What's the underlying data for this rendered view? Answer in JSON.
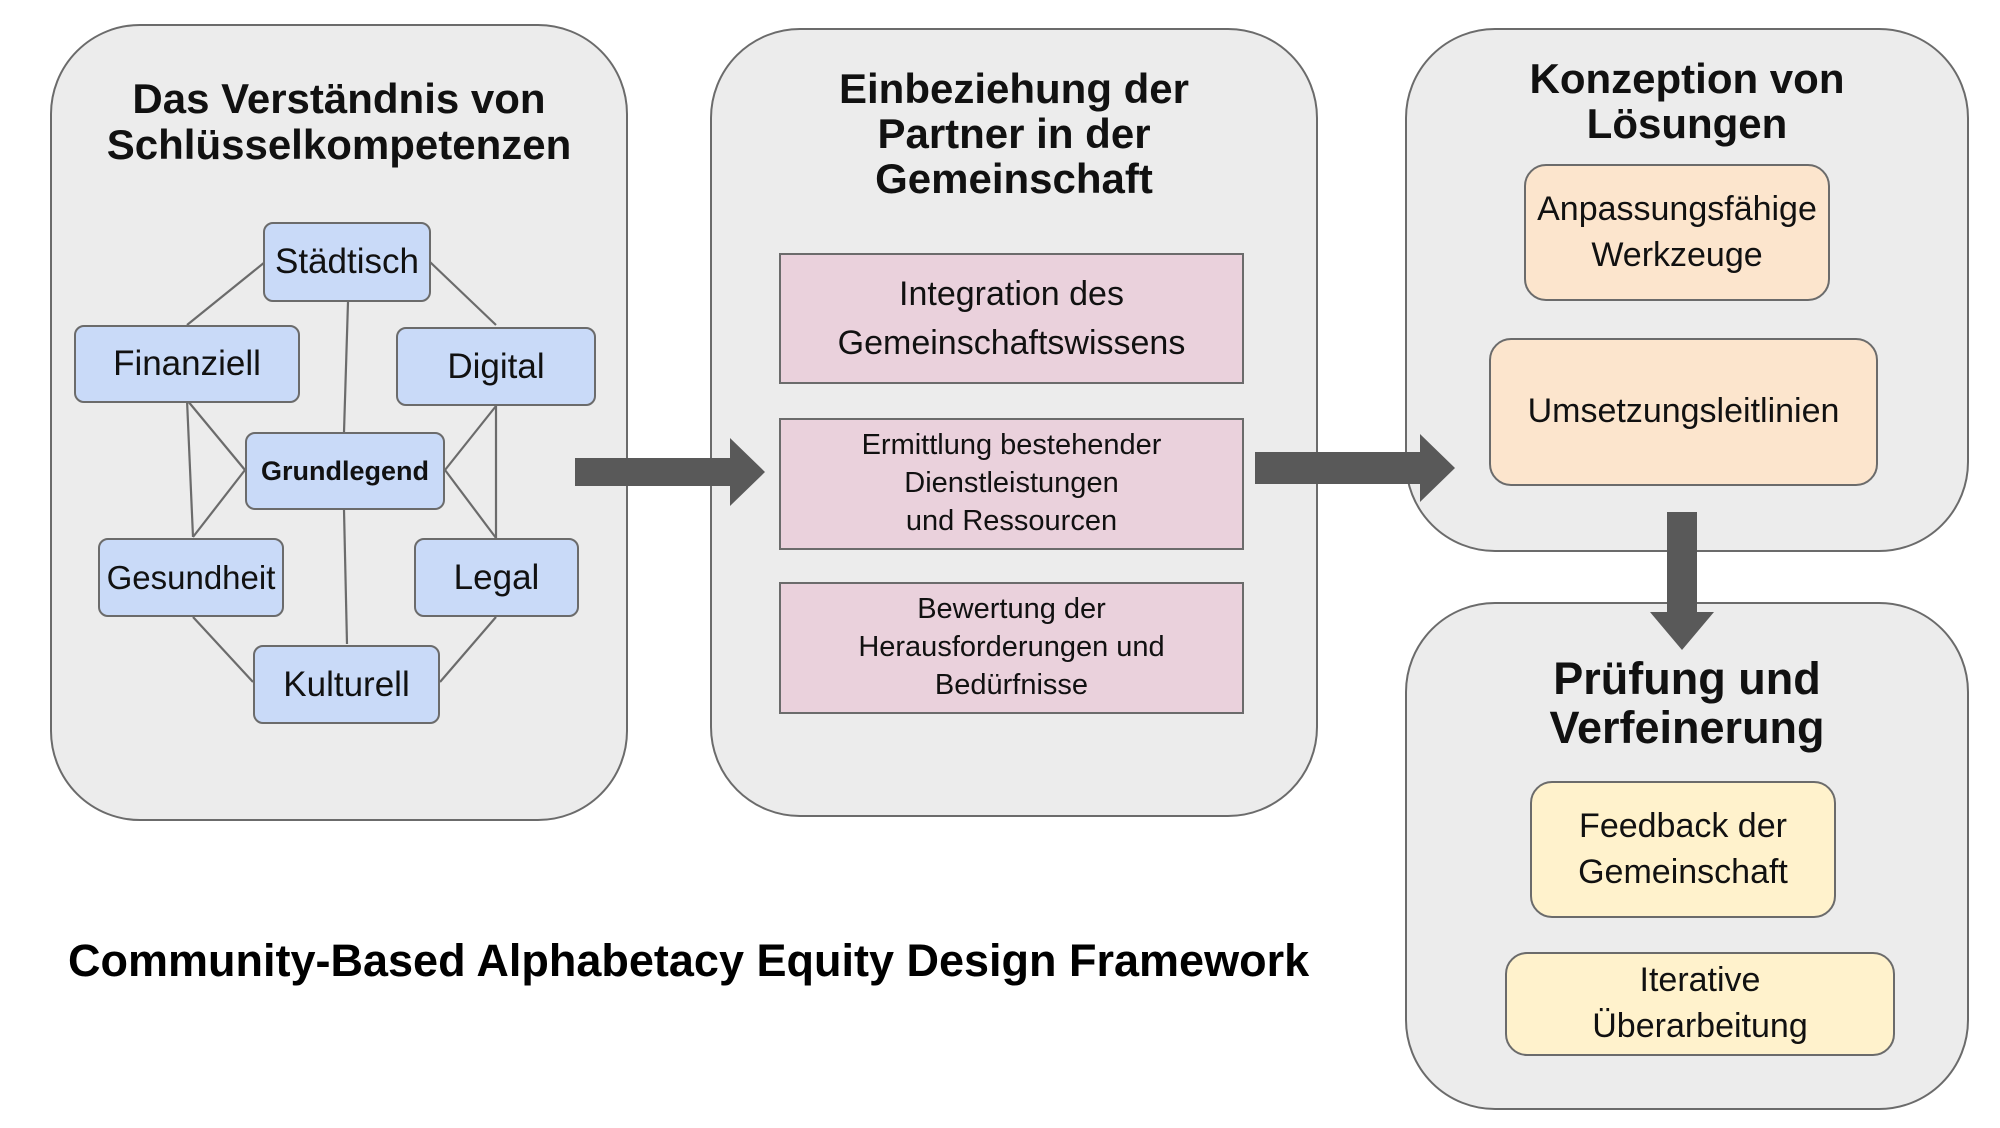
{
  "title": "Community-Based Alphabetacy Equity Design Framework",
  "colors": {
    "panel_bg": "#ececec",
    "panel_border": "#6b6b6b",
    "blue": "#c9daf8",
    "pink": "#ead1dc",
    "orange": "#fce5cd",
    "yellow": "#fff2cc",
    "arrow": "#595959"
  },
  "stage1": {
    "title_line1": "Das Verständnis von",
    "title_line2": "Schlüsselkompetenzen",
    "nodes": {
      "staedtisch": "Städtisch",
      "finanziell": "Finanziell",
      "digital": "Digital",
      "grundlegend": "Grundlegend",
      "gesundheit": "Gesundheit",
      "legal": "Legal",
      "kulturell": "Kulturell"
    }
  },
  "stage2": {
    "title_line1": "Einbeziehung der",
    "title_line2": "Partner in der",
    "title_line3": "Gemeinschaft",
    "box1_line1": "Integration des",
    "box1_line2": "Gemeinschaftswissens",
    "box2_line1": "Ermittlung bestehender",
    "box2_line2": "Dienstleistungen",
    "box2_line3": "und Ressourcen",
    "box3_line1": "Bewertung der",
    "box3_line2": "Herausforderungen und",
    "box3_line3": "Bedürfnisse"
  },
  "stage3": {
    "title_line1": "Konzeption von",
    "title_line2": "Lösungen",
    "box1_line1": "Anpassungsfähige",
    "box1_line2": "Werkzeuge",
    "box2": "Umsetzungsleitlinien"
  },
  "stage4": {
    "title_line1": "Prüfung und",
    "title_line2": "Verfeinerung",
    "box1_line1": "Feedback der",
    "box1_line2": "Gemeinschaft",
    "box2_line1": "Iterative",
    "box2_line2": "Überarbeitung"
  }
}
